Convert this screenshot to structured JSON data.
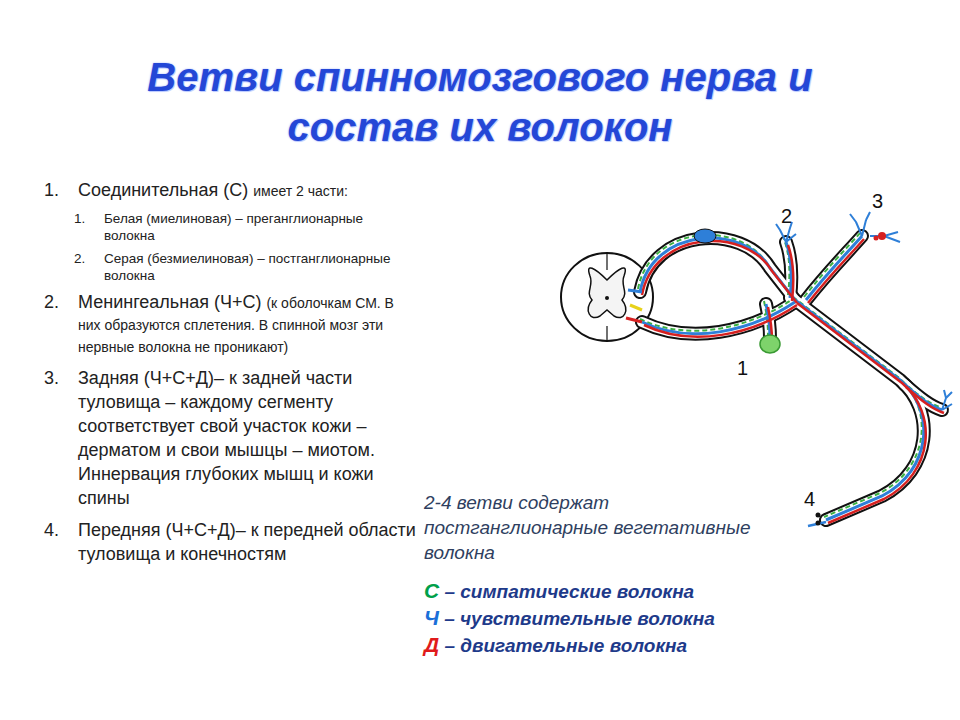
{
  "diagram": {
    "title": "Ветви спинномозгового нерва и состав их волокон",
    "labels": [
      "1.",
      "Соединительная (С)",
      "имеет 2 части:",
      "1.",
      "Белая (миелиновая) – преганглионарные волокна",
      "2.",
      "Серая (безмиелиновая) – постганглионарные волокна",
      "2.",
      "Менингеальная (Ч+С)",
      "(к оболочкам СМ. В них образуются сплетения. В спинной мозг эти нервные волокна не проникают)",
      "3.",
      "Задняя (Ч+С+Д)– к задней части туловища – каждому сегменту соответствует свой участок кожи – дерматом и свои мышцы – миотом. Иннервация глубоких мышц и кожи спины",
      "4.",
      "Передняя (Ч+С+Д)– к передней области туловища и конечностям",
      "1",
      "2",
      "3",
      "4",
      "2-4 ветви содержат постганглионарные вегетативные волокна"
    ],
    "legend": [
      {
        "text": "С – симпатические волокна",
        "color": "#00a04a"
      },
      {
        "text": "Ч – чувствительные волокна",
        "color": "#1b6fd8"
      },
      {
        "text": "Д – двигательные волокна",
        "color": "#e01b1b"
      }
    ]
  }
}
